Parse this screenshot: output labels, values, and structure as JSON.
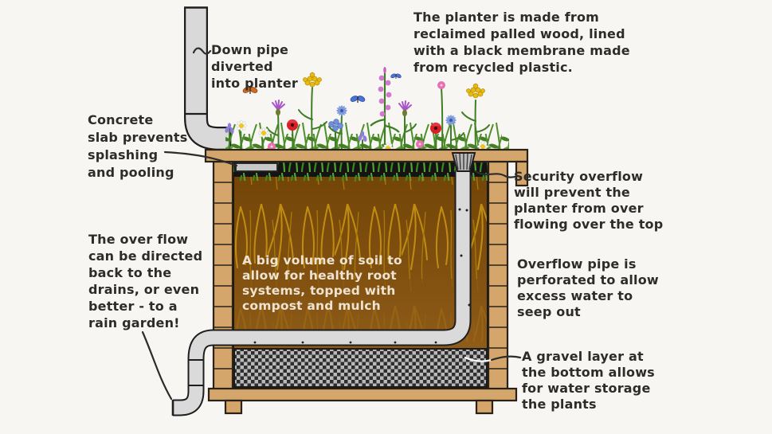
{
  "annotations": {
    "down_pipe": "Down pipe\ndiverted\ninto planter",
    "concrete": "Concrete\nslab prevents\nsplashing\nand pooling",
    "overflow_direct": "The over flow\ncan be directed\nback to the\ndrains, or even\nbetter - to a\nrain garden!",
    "planter_material": "The planter is made from\nreclaimed palled wood, lined\nwith a black membrane made\nfrom recycled plastic.",
    "security_overflow": "Security overflow\nwill prevent the\nplanter from over\nflowing over the top",
    "overflow_pipe": "Overflow pipe is\nperforated to allow\nexcess water to\nseep out",
    "gravel": "A gravel layer at\nthe bottom allows\nfor water storage\nthe plants",
    "soil": "A big volume of soil to\nallow for healthy root\nsystems, topped with\ncompost and mulch"
  },
  "palette": {
    "background": "#f7f6f3",
    "wood": "#d5a66c",
    "outline": "#2b2217",
    "soil_top": "#734607",
    "soil_bottom": "#8f5c18",
    "roots": "#c18c12",
    "membrane": "#141414",
    "pipe": "#d9d9d9",
    "pipe_outline": "#1e1e1e",
    "gravel_dark": "#2e2e2e",
    "gravel_light": "#b9b9b9",
    "foliage": "#4e8f2c",
    "annotation_text": "#2e2c29",
    "soil_caption_text": "#efe3d1"
  }
}
